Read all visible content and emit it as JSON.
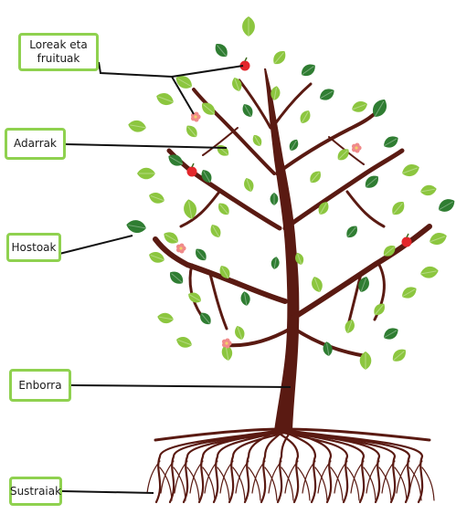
{
  "labels": {
    "flowers_fruits": "Loreak eta\nfruituak",
    "branches": "Adarrak",
    "leaves": "Hostoak",
    "trunk": "Enborra",
    "roots": "Sustraiak"
  },
  "colors": {
    "label_border": "#8fd14f",
    "trunk": "#5a1a12",
    "leaf_light": "#8cc63f",
    "leaf_dark": "#2f7d32",
    "flower": "#f08a8a",
    "fruit": "#e3262b",
    "pointer_line": "#111111"
  }
}
